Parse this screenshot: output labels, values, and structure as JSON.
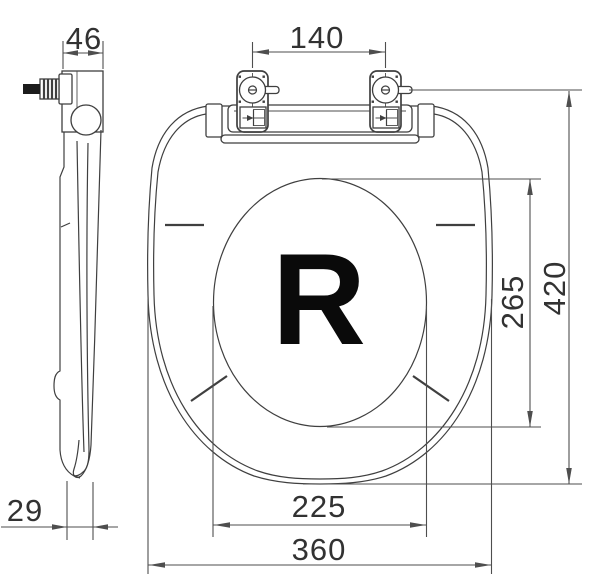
{
  "drawing": {
    "marking": "R",
    "views": {
      "side": "side-profile",
      "top": "plan"
    }
  },
  "dimensions": {
    "plate_depth": "46",
    "hinge_spacing": "140",
    "overall_length": "420",
    "opening_length": "265",
    "opening_width": "225",
    "overall_width": "360",
    "edge_thickness": "29"
  },
  "colors": {
    "background": "#ffffff",
    "line": "#4e4e4e",
    "outline": "#3f3f3f",
    "text": "#323232",
    "marking": "#0a0a0a",
    "bolt-tip": "#1c1c1c"
  }
}
